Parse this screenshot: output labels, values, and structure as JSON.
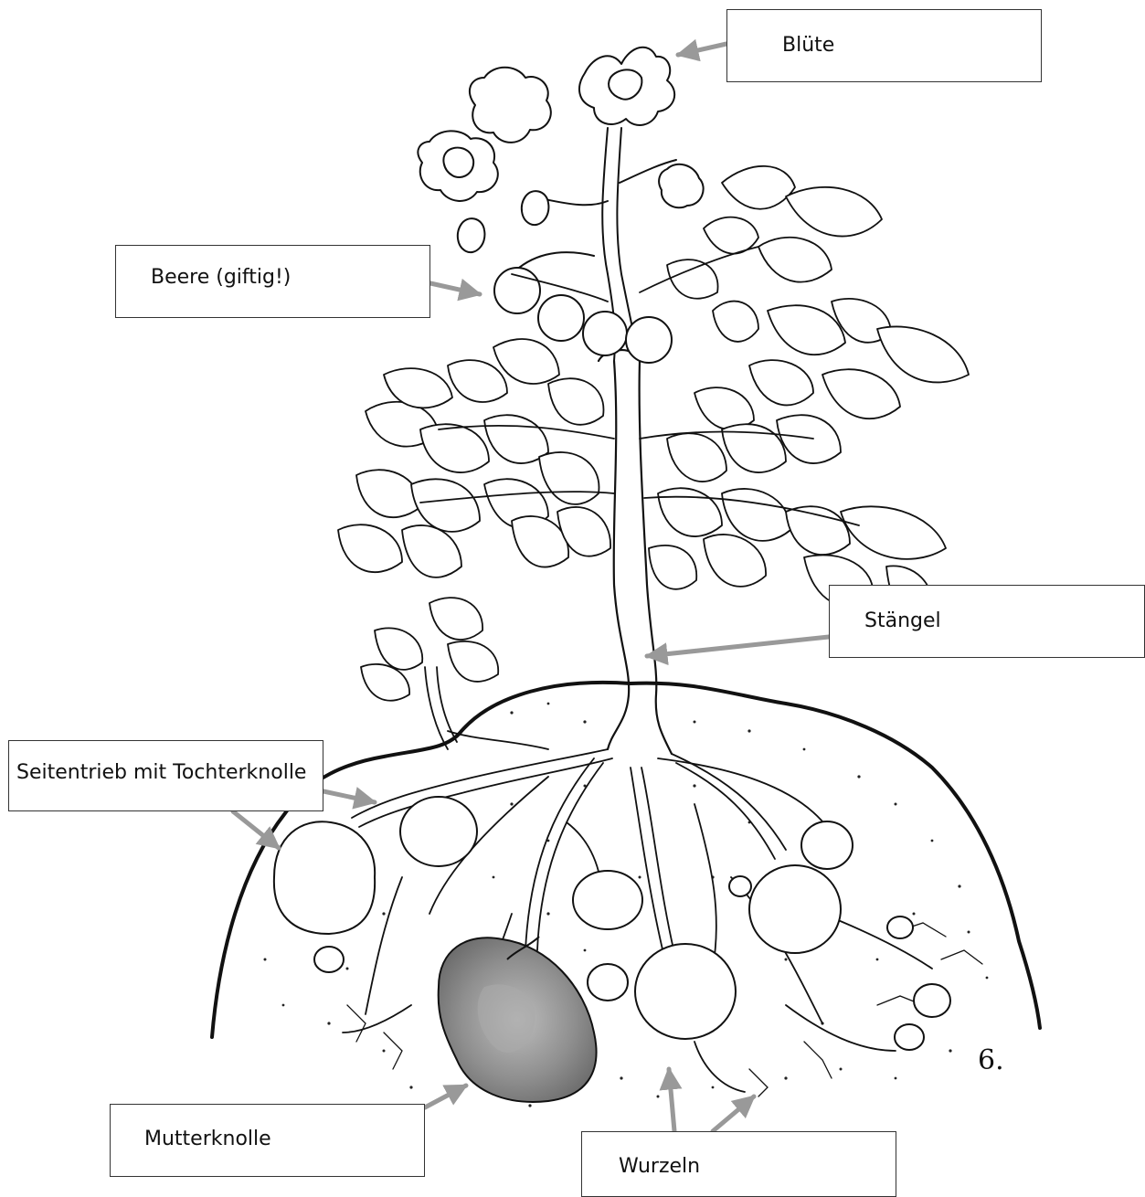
{
  "labels": {
    "bluete": "Blüte",
    "beere": "Beere (giftig!)",
    "staengel": "Stängel",
    "seitentrieb": "Seitentrieb mit Tochterknolle",
    "mutterknolle": "Mutterknolle",
    "wurzeln": "Wurzeln"
  },
  "signature": "6.",
  "colors": {
    "line": "#111111",
    "arrow": "#999999",
    "mother_tuber": "#8a8a8a"
  }
}
